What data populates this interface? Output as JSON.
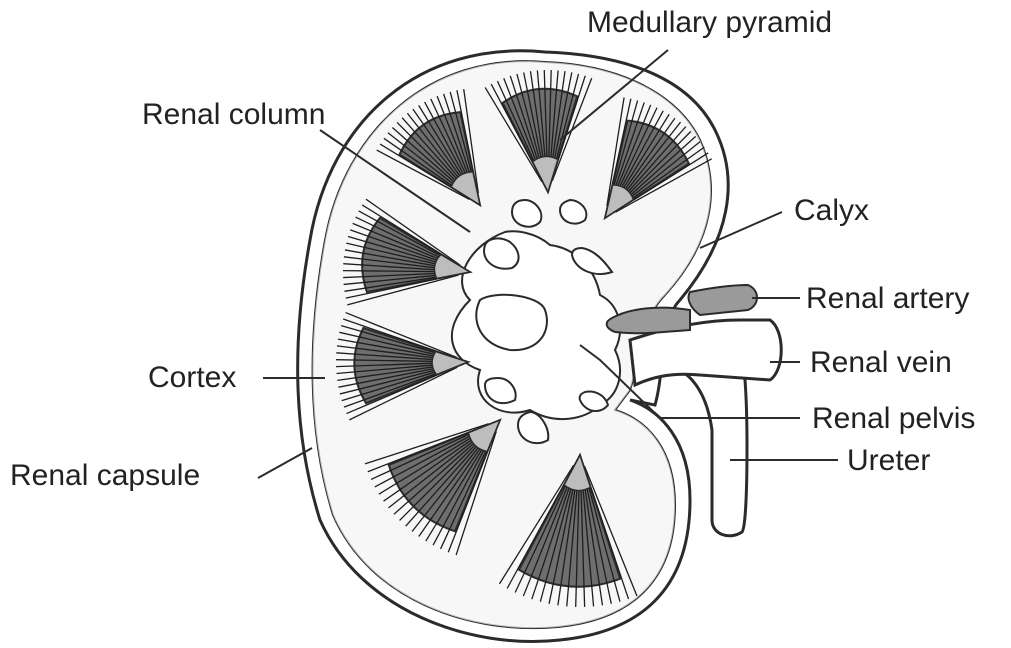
{
  "colors": {
    "paper": "#ffffff",
    "ink": "#2b2b2b",
    "cortex_fill": "#f4f4f4",
    "pyramid_fill": "#6e6e6e",
    "papilla_fill": "#bdbdbd",
    "vessel_fill": "#9a9a9a"
  },
  "labels": {
    "medullary_pyramid": "Medullary pyramid",
    "renal_column": "Renal column",
    "calyx": "Calyx",
    "renal_artery": "Renal artery",
    "renal_vein": "Renal vein",
    "cortex": "Cortex",
    "renal_pelvis": "Renal pelvis",
    "renal_capsule": "Renal capsule",
    "ureter": "Ureter"
  }
}
